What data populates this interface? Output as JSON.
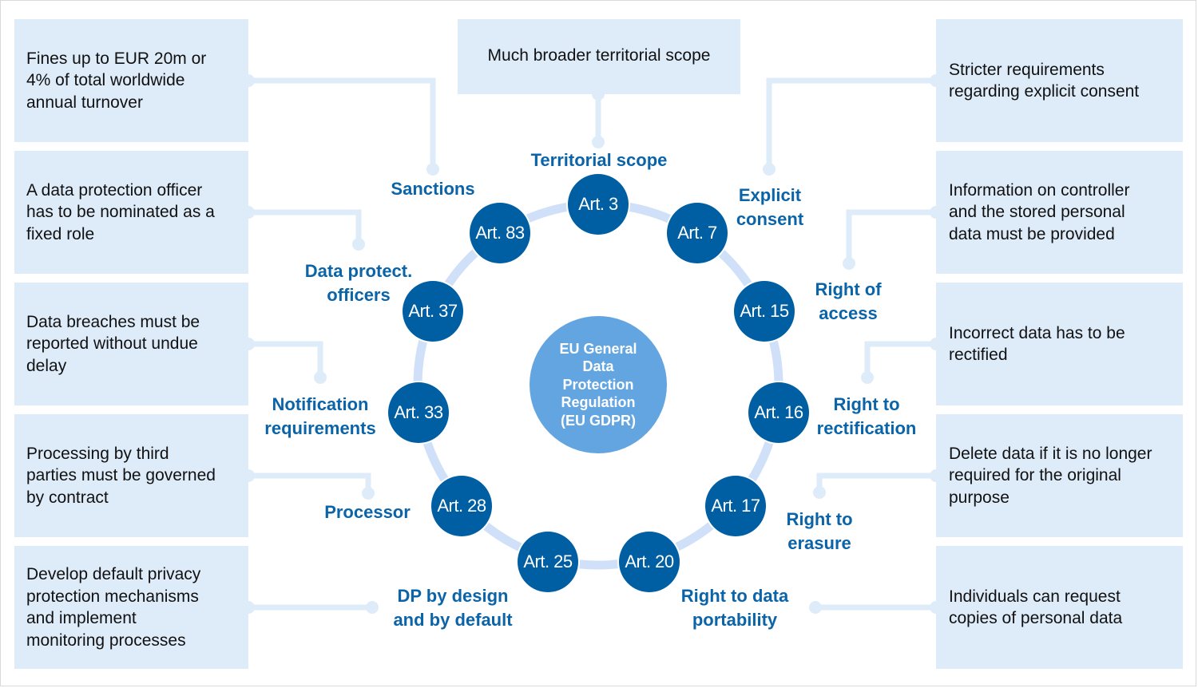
{
  "diagram": {
    "center_title": "EU General\nData\nProtection\nRegulation\n(EU GDPR)",
    "colors": {
      "article_circle": "#005ea3",
      "center_circle": "#63a5e1",
      "ring": "#cfe0f8",
      "box_fill": "#deebf9",
      "connector": "#deebf9",
      "label_text": "#0b64a8"
    },
    "top_box": {
      "text": "Much broader territorial scope"
    },
    "left_boxes": [
      {
        "text": "Fines up to EUR 20m or\n4% of total worldwide\nannual turnover"
      },
      {
        "text": "A data protection officer\nhas to be nominated as a\nfixed role"
      },
      {
        "text": "Data breaches must be\nreported without undue\ndelay"
      },
      {
        "text": "Processing by third\nparties must be governed\nby contract"
      },
      {
        "text": "Develop default privacy\nprotection mechanisms\nand implement\nmonitoring processes"
      }
    ],
    "right_boxes": [
      {
        "text": "Stricter requirements\nregarding explicit consent"
      },
      {
        "text": "Information on controller\nand the stored personal\ndata must be provided"
      },
      {
        "text": "Incorrect data has to be\nrectified"
      },
      {
        "text": "Delete data if it is no longer\nrequired for the original\npurpose"
      },
      {
        "text": "Individuals can request\ncopies of personal data"
      }
    ],
    "articles": [
      {
        "id": "art3",
        "article": "Art. 3",
        "topic": "Territorial scope"
      },
      {
        "id": "art7",
        "article": "Art. 7",
        "topic": "Explicit\nconsent"
      },
      {
        "id": "art15",
        "article": "Art. 15",
        "topic": "Right of\naccess"
      },
      {
        "id": "art16",
        "article": "Art. 16",
        "topic": "Right to\nrectification"
      },
      {
        "id": "art17",
        "article": "Art. 17",
        "topic": "Right to\nerasure"
      },
      {
        "id": "art20",
        "article": "Art. 20",
        "topic": "Right to data\nportability"
      },
      {
        "id": "art25",
        "article": "Art. 25",
        "topic": "DP by design\nand by default"
      },
      {
        "id": "art28",
        "article": "Art. 28",
        "topic": "Processor"
      },
      {
        "id": "art33",
        "article": "Art. 33",
        "topic": "Notification\nrequirements"
      },
      {
        "id": "art37",
        "article": "Art. 37",
        "topic": "Data protect.\nofficers"
      },
      {
        "id": "art83",
        "article": "Art. 83",
        "topic": "Sanctions"
      }
    ]
  }
}
